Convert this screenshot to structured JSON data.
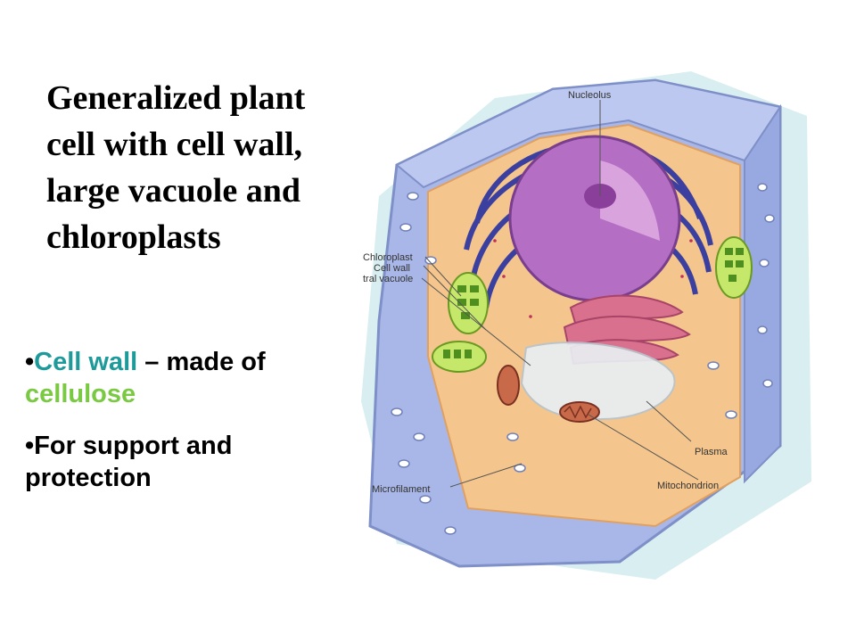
{
  "title": "Generalized plant cell with cell wall, large vacuole and chloroplasts",
  "bullets": [
    {
      "parts": [
        {
          "text": "•",
          "color": "#000000"
        },
        {
          "text": "Cell wall",
          "color": "#1f9a9a"
        },
        {
          "text": " – made of ",
          "color": "#000000"
        },
        {
          "text": "cellulose",
          "color": "#7ac943"
        }
      ]
    },
    {
      "parts": [
        {
          "text": "•",
          "color": "#000000"
        },
        {
          "text": "For support and protection",
          "color": "#000000"
        }
      ]
    }
  ],
  "diagram": {
    "labels": {
      "nucleolus": "Nucleolus",
      "chloroplast": "Chloroplast",
      "cell_wall": "Cell wall",
      "vacuole": "tral vacuole",
      "plasma": "Plasma",
      "mitochondrion": "Mitochondrion",
      "microfilament": "Microfilament"
    }
  },
  "colors": {
    "cell_wall": "#a9b7e8",
    "cytoplasm": "#f4c58c",
    "nucleus": "#b46fc4",
    "er": "#3b3f9f",
    "golgi": "#d9708e",
    "chloroplast": "#9acd32",
    "vacuole": "#e9eef2"
  }
}
